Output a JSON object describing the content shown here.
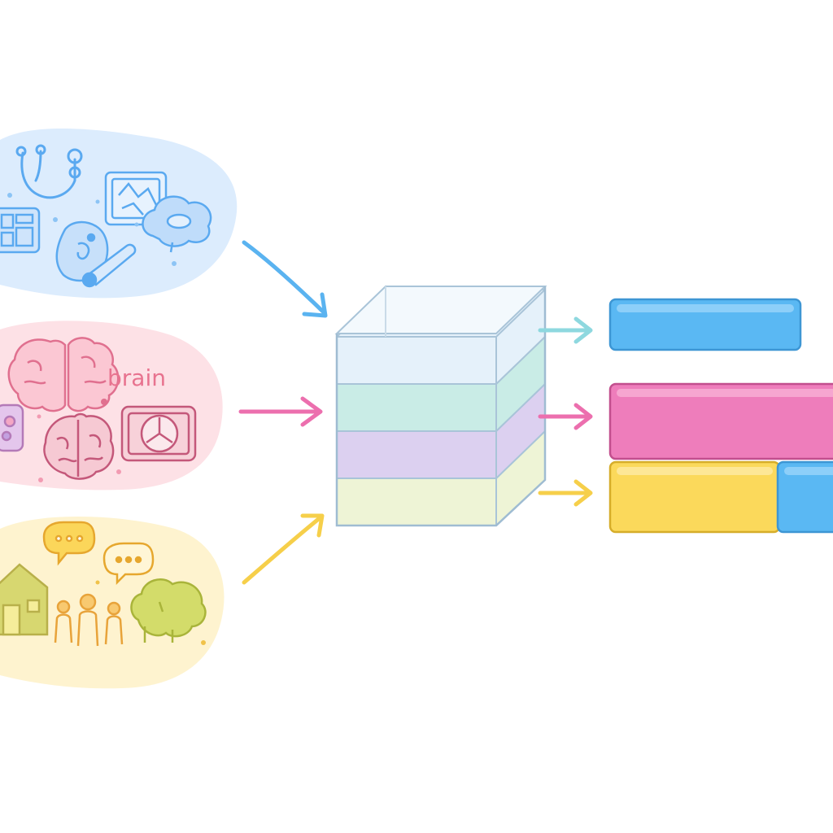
{
  "clusters": [
    {
      "id": "clinical",
      "color": "#5aa9f0",
      "fill": "#dcecfd",
      "icons": [
        "stethoscope-icon",
        "medical-report-icon",
        "x-ray-icon",
        "thought-cloud-icon",
        "organ-icon",
        "thermometer-icon"
      ]
    },
    {
      "id": "brain",
      "color": "#e0708f",
      "fill": "#fde1e6",
      "label": "brain",
      "icons": [
        "brain-icon",
        "brain-scan-icon",
        "monitor-icon",
        "puzzle-icon"
      ]
    },
    {
      "id": "social",
      "color": "#f2b845",
      "fill": "#fef3cf",
      "icons": [
        "house-icon",
        "chat-bubble-icon",
        "chat-bubble-icon",
        "family-icon",
        "tree-icon"
      ]
    }
  ],
  "stack": {
    "layers": [
      "#eaf4fb",
      "#e5f1fa",
      "#c9ece6",
      "#dcd0f0",
      "#eef4d6"
    ]
  },
  "outputs": [
    {
      "id": "output-blue",
      "color": "#5ab8f3"
    },
    {
      "id": "output-pink",
      "color": "#ee7dbb"
    },
    {
      "id": "output-yellow",
      "color": "#fbd95b"
    },
    {
      "id": "output-blue-small",
      "color": "#5ab8f3"
    }
  ],
  "arrows": {
    "input_colors": [
      "#5ab3f0",
      "#ec6fae",
      "#f6cf4a"
    ],
    "output_colors": [
      "#8ed8df",
      "#ec6fae",
      "#f6cf4a"
    ]
  }
}
